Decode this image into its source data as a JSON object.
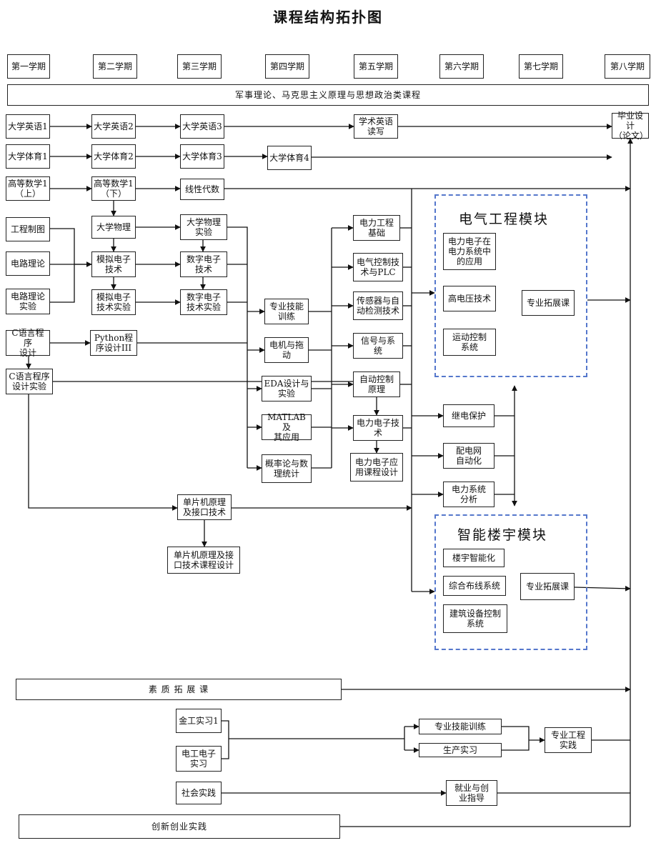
{
  "title": "课程结构拓扑图",
  "semesters": [
    "第一学期",
    "第二学期",
    "第三学期",
    "第四学期",
    "第五学期",
    "第六学期",
    "第七学期",
    "第八学期"
  ],
  "banner": "军事理论、马克思主义原理与思想政治类课程",
  "courses": {
    "en1": "大学英语1",
    "en2": "大学英语2",
    "en3": "大学英语3",
    "acad_en": "学术英语\n读写",
    "thesis": "毕业设计\n（论文）",
    "pe1": "大学体育1",
    "pe2": "大学体育2",
    "pe3": "大学体育3",
    "pe4": "大学体育4",
    "math1": "高等数学1\n（上）",
    "math2": "高等数学1\n（下）",
    "linalg": "线性代数",
    "drawing": "工程制图",
    "circuit": "电路理论",
    "circuit_lab": "电路理论\n实验",
    "physics": "大学物理",
    "physics_lab": "大学物理\n实验",
    "analog": "模拟电子\n技术",
    "analog_lab": "模拟电子\n技术实验",
    "digital": "数字电子\n技术",
    "digital_lab": "数字电子\n技术实验",
    "c_prog": "C语言程序\n设计",
    "python": "Python程\n序设计III",
    "c_lab": "C语言程序\n设计实验",
    "skill_train": "专业技能\n训练",
    "motor": "电机与拖\n动",
    "eda": "EDA设计与\n实验",
    "matlab": "MATLAB及\n其应用",
    "prob": "概率论与数\n理统计",
    "power_base": "电力工程\n基础",
    "plc": "电气控制技\n术与PLC",
    "sensor": "传感器与自\n动检测技术",
    "signal": "信号与系\n统",
    "auto_ctrl": "自动控制\n原理",
    "power_elec": "电力电子技\n术",
    "power_elec_design": "电力电子应\n用课程设计",
    "mcu": "单片机原理\n及接口技术",
    "mcu_design": "单片机原理及接\n口技术课程设计",
    "relay": "继电保护",
    "dist_auto": "配电网\n自动化",
    "sys_analysis": "电力系统\n分析",
    "quality": "素 质 拓 展 课",
    "metal1": "金工实习1",
    "elec_practice": "电工电子\n实习",
    "skill_train2": "专业技能训练",
    "production": "生产实习",
    "eng_practice": "专业工程\n实践",
    "social": "社会实践",
    "career": "就业与创\n业指导",
    "innovation": "创新创业实践"
  },
  "modules": {
    "electric": {
      "title": "电气工程模块",
      "items": [
        "电力电子在\n电力系统中\n的应用",
        "高电压技术",
        "运动控制\n系统"
      ],
      "ext": "专业拓展课"
    },
    "building": {
      "title": "智能楼宇模块",
      "items": [
        "楼宇智能化",
        "综合布线系统",
        "建筑设备控制\n系统"
      ],
      "ext": "专业拓展课"
    }
  },
  "colors": {
    "line": "#111111",
    "module_border": "#5577cc"
  }
}
